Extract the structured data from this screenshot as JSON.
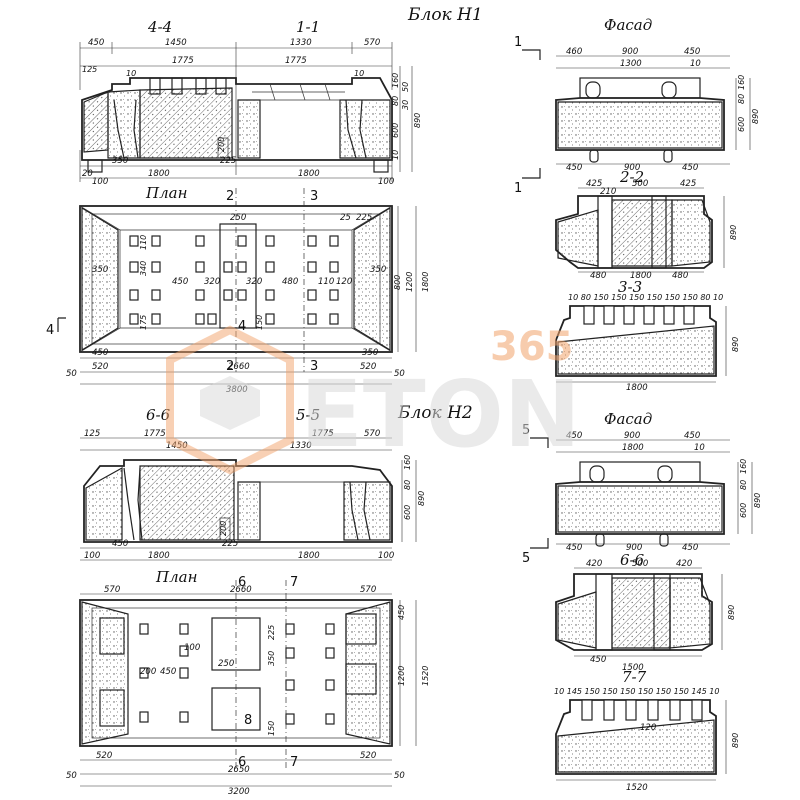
{
  "titles": {
    "block_n1": "Блок Н1",
    "block_n2": "Блок Н2",
    "sec_4_4": "4-4",
    "sec_1_1": "1-1",
    "sec_2_2": "2-2",
    "sec_3_3": "3-3",
    "sec_6_6_left": "6-6",
    "sec_5_5": "5-5",
    "sec_6_6_right": "6-6",
    "sec_7_7": "7-7",
    "facade_1": "Фасад",
    "facade_2": "Фасад",
    "plan_1": "План",
    "plan_2": "План"
  },
  "section_marks": {
    "m1_top": "1",
    "m1_bottom": "1",
    "m2_top": "2",
    "m2_bottom": "2",
    "m3_top": "3",
    "m3_bottom": "3",
    "m4": "4",
    "m4_inner": "4",
    "m5_top": "5",
    "m5_bottom": "5",
    "m6_top": "6",
    "m6_bottom": "6",
    "m7_top": "7",
    "m7_bottom": "7",
    "m8": "8"
  },
  "dims_n1_sections": {
    "d450": "450",
    "d1450": "1450",
    "d1330": "1330",
    "d570": "570",
    "d1775a": "1775",
    "d1775b": "1775",
    "d125": "125",
    "d10a": "10",
    "d10b": "10",
    "d350": "350",
    "d225a": "225",
    "d200": "200",
    "d20": "20",
    "d1800a": "1800",
    "d1800b": "1800",
    "d100a": "100",
    "d100b": "100",
    "dv160": "160",
    "dv80": "80",
    "dv600": "600",
    "dv890": "890",
    "dv50": "50",
    "dv30": "30",
    "dv10": "10"
  },
  "dims_n1_plan": {
    "d250": "250",
    "d25": "25",
    "d225": "225",
    "d450a": "450",
    "d450b": "450",
    "d320a": "320",
    "d320b": "320",
    "d480": "480",
    "d110": "110",
    "d120": "120",
    "d350a": "350",
    "d350b": "350",
    "d520a": "520",
    "d520b": "520",
    "d2660": "2660",
    "d3800": "3800",
    "d50a": "50",
    "d50b": "50",
    "dv800": "800",
    "dv1200": "1200",
    "dv1800": "1800",
    "dv150": "150",
    "dv110": "110",
    "dv340": "340",
    "dv175": "175"
  },
  "dims_facade_1": {
    "d460": "460",
    "d900": "900",
    "d450": "450",
    "d10": "10",
    "d1300": "1300",
    "b450": "450",
    "b900": "900",
    "b450r": "450",
    "dv160": "160",
    "dv80": "80",
    "dv600": "600",
    "dv890": "890"
  },
  "dims_22": {
    "d425a": "425",
    "d500": "500",
    "d425b": "425",
    "d210": "210",
    "d480a": "480",
    "d480b": "480",
    "d1800": "1800",
    "dv890": "890"
  },
  "dims_33": {
    "tops": "10 80 150 150 150 150 150 150 80 10",
    "d1800": "1800",
    "dv890": "890"
  },
  "dims_n2_sections": {
    "d125": "125",
    "d1775a": "1775",
    "d1450": "1450",
    "d1330": "1330",
    "d1775b": "1775",
    "d570": "570",
    "d450": "450",
    "d225": "225",
    "d200": "200",
    "d100a": "100",
    "d100b": "100",
    "d1800a": "1800",
    "d1800b": "1800",
    "dv160": "160",
    "dv80": "80",
    "dv600": "600",
    "dv890": "890"
  },
  "dims_n2_plan": {
    "d570a": "570",
    "d2660": "2660",
    "d570b": "570",
    "d200": "200",
    "d450": "450",
    "d100": "100",
    "d150": "150",
    "d350": "350",
    "d225": "225",
    "d250": "250",
    "d520a": "520",
    "d520b": "520",
    "d2650": "2650",
    "d3200": "3200",
    "d50a": "50",
    "d50b": "50",
    "dv1200": "1200",
    "dv1520": "1520",
    "dv450": "450"
  },
  "dims_facade_2": {
    "d450": "450",
    "d900": "900",
    "d450r": "450",
    "d10": "10",
    "d1800": "1800",
    "b450": "450",
    "b900": "900",
    "b450r": "450",
    "dv160": "160",
    "dv80": "80",
    "dv600": "600",
    "dv890": "890"
  },
  "dims_66r": {
    "d420a": "420",
    "d500": "500",
    "d420b": "420",
    "d450": "450",
    "d1500": "1500",
    "dv890": "890"
  },
  "dims_77": {
    "tops": "10 145 150 150 150 150 150 150 145 10",
    "d120": "120",
    "d1520": "1520",
    "dv890": "890"
  },
  "watermark": {
    "text": "ETON",
    "num": "365"
  }
}
